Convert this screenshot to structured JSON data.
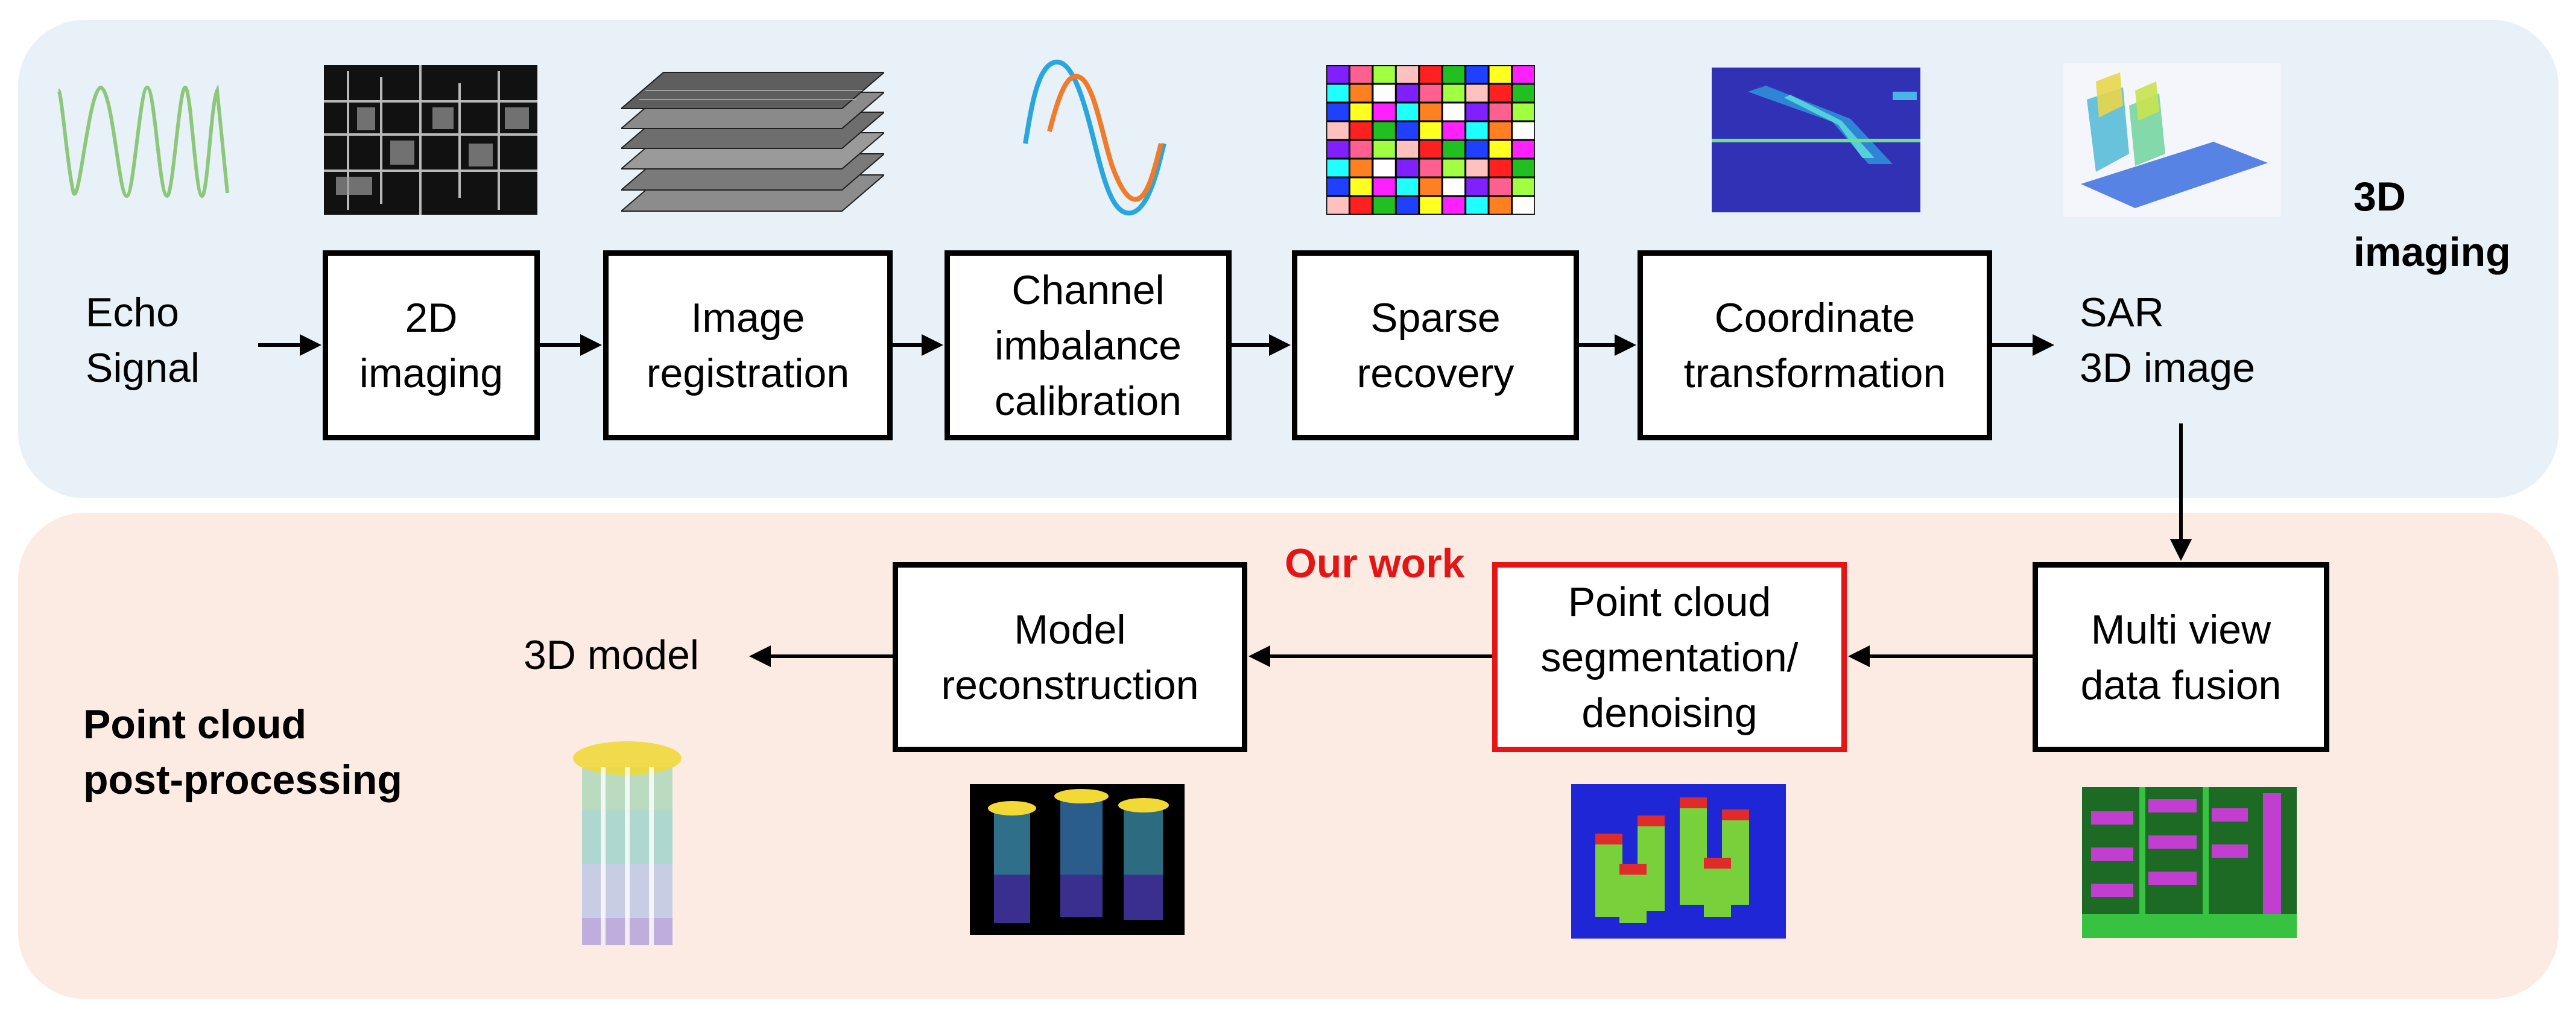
{
  "sections": {
    "imaging_title": "3D\nimaging",
    "post_title": "Point cloud\npost-processing"
  },
  "nodes": {
    "echo": "Echo\nSignal",
    "imaging2d": "2D\nimaging",
    "registration": "Image\nregistration",
    "calibration": "Channel\nimbalance\ncalibration",
    "sparse": "Sparse\nrecovery",
    "coordinate": "Coordinate\ntransformation",
    "sar": "SAR\n3D image",
    "fusion": "Multi view\ndata fusion",
    "segmentation": "Point cloud\nsegmentation/\ndenoising",
    "reconstruction": "Model\nreconstruction",
    "model3d": "3D model"
  },
  "highlight_label": "Our work",
  "colors": {
    "imaging_bg": "#e8f0f8",
    "post_bg": "#fcebe3",
    "highlight": "#e31515"
  },
  "icons": [
    "echo-waveform-icon",
    "sar-2d-image-thumbnail",
    "image-stack-icon",
    "two-phase-signal-icon",
    "sparse-color-grid-icon",
    "coordinate-heatmap-thumbnail",
    "sar-3d-pointcloud-thumbnail",
    "fusion-pointcloud-thumbnail",
    "segmented-buildings-thumbnail",
    "reconstructed-buildings-thumbnail",
    "single-building-model-thumbnail"
  ]
}
